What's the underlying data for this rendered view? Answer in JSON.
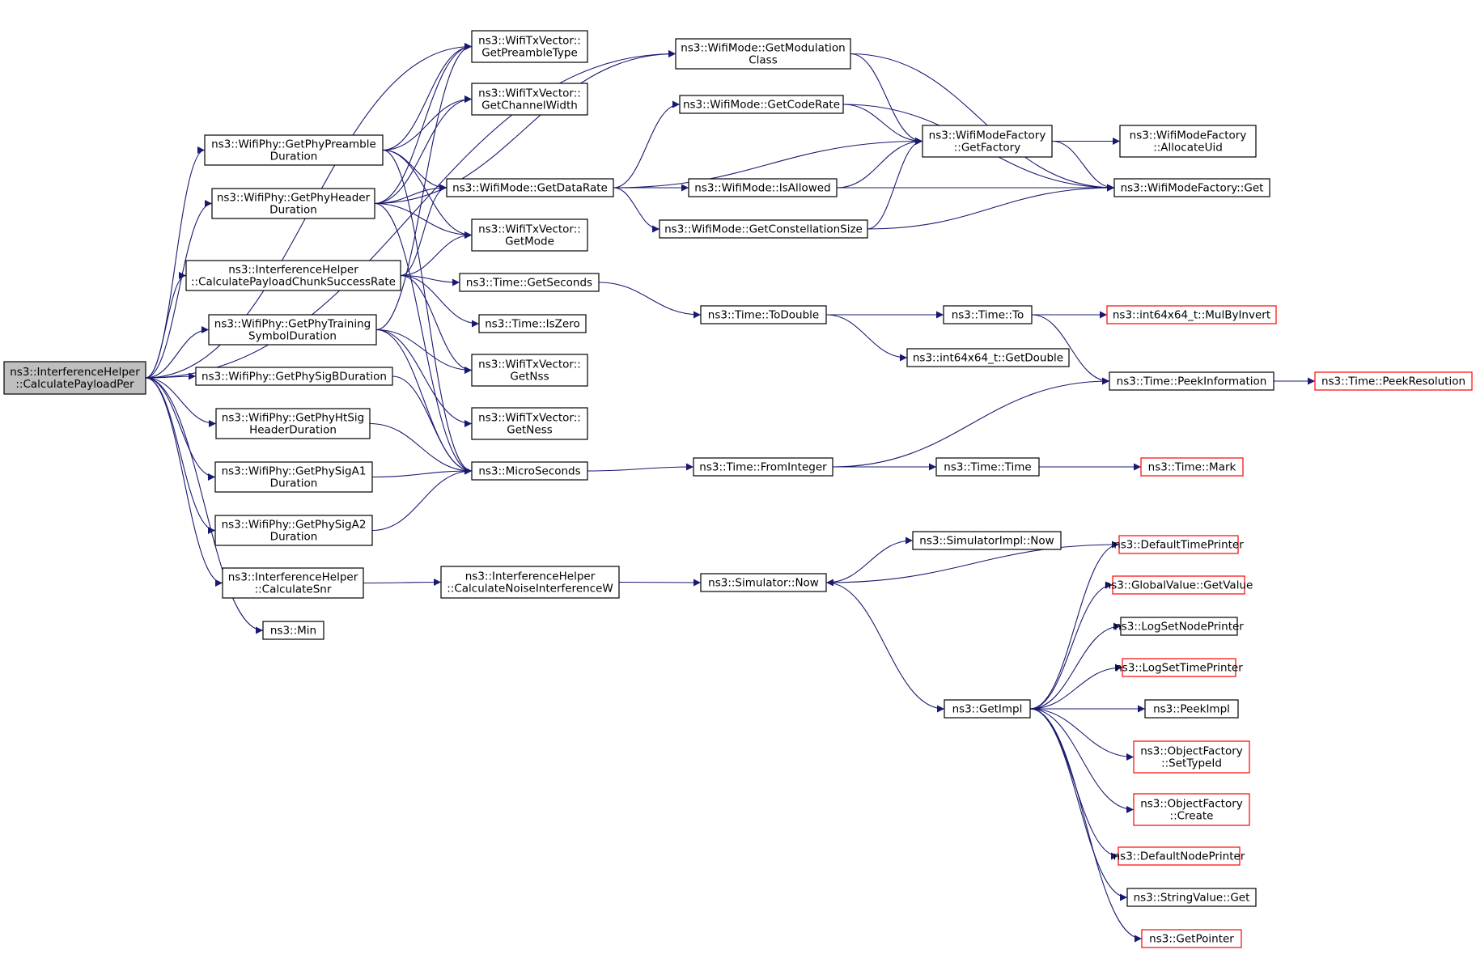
{
  "colors": {
    "edge": "#191970",
    "node_border": "#000000",
    "truncated_border": "#ff0000",
    "root_fill": "#bfbfbf",
    "node_fill": "#ffffff"
  },
  "nodes": [
    {
      "id": "root",
      "lines": [
        "ns3::InterferenceHelper",
        "::CalculatePayloadPer"
      ],
      "style": "root"
    },
    {
      "id": "getPhyPreambleDuration",
      "lines": [
        "ns3::WifiPhy::GetPhyPreamble",
        "Duration"
      ],
      "style": "normal"
    },
    {
      "id": "getPhyHeaderDuration",
      "lines": [
        "ns3::WifiPhy::GetPhyHeader",
        "Duration"
      ],
      "style": "normal"
    },
    {
      "id": "calcPayloadChunk",
      "lines": [
        "ns3::InterferenceHelper",
        "::CalculatePayloadChunkSuccessRate"
      ],
      "style": "normal"
    },
    {
      "id": "getPhyTraining",
      "lines": [
        "ns3::WifiPhy::GetPhyTraining",
        "SymbolDuration"
      ],
      "style": "normal"
    },
    {
      "id": "getPhySigB",
      "lines": [
        "ns3::WifiPhy::GetPhySigBDuration"
      ],
      "style": "normal"
    },
    {
      "id": "getPhyHtSig",
      "lines": [
        "ns3::WifiPhy::GetPhyHtSig",
        "HeaderDuration"
      ],
      "style": "normal"
    },
    {
      "id": "getPhySigA1",
      "lines": [
        "ns3::WifiPhy::GetPhySigA1",
        "Duration"
      ],
      "style": "normal"
    },
    {
      "id": "getPhySigA2",
      "lines": [
        "ns3::WifiPhy::GetPhySigA2",
        "Duration"
      ],
      "style": "normal"
    },
    {
      "id": "calcSnr",
      "lines": [
        "ns3::InterferenceHelper",
        "::CalculateSnr"
      ],
      "style": "normal"
    },
    {
      "id": "min",
      "lines": [
        "ns3::Min"
      ],
      "style": "normal"
    },
    {
      "id": "getPreambleType",
      "lines": [
        "ns3::WifiTxVector::",
        "GetPreambleType"
      ],
      "style": "normal"
    },
    {
      "id": "getChannelWidth",
      "lines": [
        "ns3::WifiTxVector::",
        "GetChannelWidth"
      ],
      "style": "normal"
    },
    {
      "id": "getDataRate",
      "lines": [
        "ns3::WifiMode::GetDataRate"
      ],
      "style": "normal"
    },
    {
      "id": "getMode",
      "lines": [
        "ns3::WifiTxVector::",
        "GetMode"
      ],
      "style": "normal"
    },
    {
      "id": "getSeconds",
      "lines": [
        "ns3::Time::GetSeconds"
      ],
      "style": "normal"
    },
    {
      "id": "isZero",
      "lines": [
        "ns3::Time::IsZero"
      ],
      "style": "normal"
    },
    {
      "id": "getNss",
      "lines": [
        "ns3::WifiTxVector::",
        "GetNss"
      ],
      "style": "normal"
    },
    {
      "id": "getNess",
      "lines": [
        "ns3::WifiTxVector::",
        "GetNess"
      ],
      "style": "normal"
    },
    {
      "id": "microSeconds",
      "lines": [
        "ns3::MicroSeconds"
      ],
      "style": "normal"
    },
    {
      "id": "calcNoise",
      "lines": [
        "ns3::InterferenceHelper",
        "::CalculateNoiseInterferenceW"
      ],
      "style": "normal"
    },
    {
      "id": "getModulationClass",
      "lines": [
        "ns3::WifiMode::GetModulation",
        "Class"
      ],
      "style": "normal"
    },
    {
      "id": "getCodeRate",
      "lines": [
        "ns3::WifiMode::GetCodeRate"
      ],
      "style": "normal"
    },
    {
      "id": "isAllowed",
      "lines": [
        "ns3::WifiMode::IsAllowed"
      ],
      "style": "normal"
    },
    {
      "id": "getConstellationSize",
      "lines": [
        "ns3::WifiMode::GetConstellationSize"
      ],
      "style": "normal"
    },
    {
      "id": "toDouble",
      "lines": [
        "ns3::Time::ToDouble"
      ],
      "style": "normal"
    },
    {
      "id": "fromInteger",
      "lines": [
        "ns3::Time::FromInteger"
      ],
      "style": "normal"
    },
    {
      "id": "simulatorNow",
      "lines": [
        "ns3::Simulator::Now"
      ],
      "style": "normal"
    },
    {
      "id": "getFactory",
      "lines": [
        "ns3::WifiModeFactory",
        "::GetFactory"
      ],
      "style": "normal"
    },
    {
      "id": "factoryGet",
      "lines": [
        "ns3::WifiModeFactory::Get"
      ],
      "style": "normal"
    },
    {
      "id": "allocateUid",
      "lines": [
        "ns3::WifiModeFactory",
        "::AllocateUid"
      ],
      "style": "normal"
    },
    {
      "id": "timeTo",
      "lines": [
        "ns3::Time::To"
      ],
      "style": "normal"
    },
    {
      "id": "getDouble",
      "lines": [
        "ns3::int64x64_t::GetDouble"
      ],
      "style": "normal"
    },
    {
      "id": "mulByInvert",
      "lines": [
        "ns3::int64x64_t::MulByInvert"
      ],
      "style": "truncated"
    },
    {
      "id": "peekInformation",
      "lines": [
        "ns3::Time::PeekInformation"
      ],
      "style": "normal"
    },
    {
      "id": "peekResolution",
      "lines": [
        "ns3::Time::PeekResolution"
      ],
      "style": "truncated"
    },
    {
      "id": "timeTime",
      "lines": [
        "ns3::Time::Time"
      ],
      "style": "normal"
    },
    {
      "id": "timeMark",
      "lines": [
        "ns3::Time::Mark"
      ],
      "style": "truncated"
    },
    {
      "id": "simImplNow",
      "lines": [
        "ns3::SimulatorImpl::Now"
      ],
      "style": "normal"
    },
    {
      "id": "getImpl",
      "lines": [
        "ns3::GetImpl"
      ],
      "style": "normal"
    },
    {
      "id": "defaultTimePrinter",
      "lines": [
        "ns3::DefaultTimePrinter"
      ],
      "style": "truncated"
    },
    {
      "id": "globalValueGetValue",
      "lines": [
        "ns3::GlobalValue::GetValue"
      ],
      "style": "truncated"
    },
    {
      "id": "logSetNodePrinter",
      "lines": [
        "ns3::LogSetNodePrinter"
      ],
      "style": "normal"
    },
    {
      "id": "logSetTimePrinter",
      "lines": [
        "ns3::LogSetTimePrinter"
      ],
      "style": "truncated"
    },
    {
      "id": "peekImpl",
      "lines": [
        "ns3::PeekImpl"
      ],
      "style": "normal"
    },
    {
      "id": "objectFactorySetTypeId",
      "lines": [
        "ns3::ObjectFactory",
        "::SetTypeId"
      ],
      "style": "truncated"
    },
    {
      "id": "objectFactoryCreate",
      "lines": [
        "ns3::ObjectFactory",
        "::Create"
      ],
      "style": "truncated"
    },
    {
      "id": "defaultNodePrinter",
      "lines": [
        "ns3::DefaultNodePrinter"
      ],
      "style": "truncated"
    },
    {
      "id": "stringValueGet",
      "lines": [
        "ns3::StringValue::Get"
      ],
      "style": "normal"
    },
    {
      "id": "getPointer",
      "lines": [
        "ns3::GetPointer"
      ],
      "style": "truncated"
    }
  ],
  "edges": [
    [
      "root",
      "getPhyPreambleDuration"
    ],
    [
      "root",
      "getPhyHeaderDuration"
    ],
    [
      "root",
      "calcPayloadChunk"
    ],
    [
      "root",
      "getPhyTraining"
    ],
    [
      "root",
      "getPhySigB"
    ],
    [
      "root",
      "getPhyHtSig"
    ],
    [
      "root",
      "getPhySigA1"
    ],
    [
      "root",
      "getPhySigA2"
    ],
    [
      "root",
      "calcSnr"
    ],
    [
      "root",
      "min"
    ],
    [
      "root",
      "getPreambleType"
    ],
    [
      "root",
      "getModulationClass"
    ],
    [
      "getPhyPreambleDuration",
      "getPreambleType"
    ],
    [
      "getPhyPreambleDuration",
      "getChannelWidth"
    ],
    [
      "getPhyPreambleDuration",
      "getDataRate"
    ],
    [
      "getPhyPreambleDuration",
      "getMode"
    ],
    [
      "getPhyPreambleDuration",
      "microSeconds"
    ],
    [
      "getPhyHeaderDuration",
      "getPreambleType"
    ],
    [
      "getPhyHeaderDuration",
      "getChannelWidth"
    ],
    [
      "getPhyHeaderDuration",
      "getDataRate"
    ],
    [
      "getPhyHeaderDuration",
      "getMode"
    ],
    [
      "getPhyHeaderDuration",
      "microSeconds"
    ],
    [
      "getPhyHeaderDuration",
      "getModulationClass"
    ],
    [
      "calcPayloadChunk",
      "getDataRate"
    ],
    [
      "calcPayloadChunk",
      "getMode"
    ],
    [
      "calcPayloadChunk",
      "getSeconds"
    ],
    [
      "calcPayloadChunk",
      "isZero"
    ],
    [
      "calcPayloadChunk",
      "getNss"
    ],
    [
      "getPhyTraining",
      "getPreambleType"
    ],
    [
      "getPhyTraining",
      "getNss"
    ],
    [
      "getPhyTraining",
      "getNess"
    ],
    [
      "getPhyTraining",
      "microSeconds"
    ],
    [
      "getPhySigB",
      "microSeconds"
    ],
    [
      "getPhyHtSig",
      "microSeconds"
    ],
    [
      "getPhySigA1",
      "microSeconds"
    ],
    [
      "getPhySigA2",
      "microSeconds"
    ],
    [
      "calcSnr",
      "calcNoise"
    ],
    [
      "calcNoise",
      "simulatorNow"
    ],
    [
      "getDataRate",
      "getCodeRate"
    ],
    [
      "getDataRate",
      "getFactory"
    ],
    [
      "getDataRate",
      "isAllowed"
    ],
    [
      "getDataRate",
      "getConstellationSize"
    ],
    [
      "getDataRate",
      "factoryGet"
    ],
    [
      "getModulationClass",
      "getFactory"
    ],
    [
      "getModulationClass",
      "factoryGet"
    ],
    [
      "getCodeRate",
      "getFactory"
    ],
    [
      "getCodeRate",
      "factoryGet"
    ],
    [
      "isAllowed",
      "getFactory"
    ],
    [
      "isAllowed",
      "factoryGet"
    ],
    [
      "getConstellationSize",
      "getFactory"
    ],
    [
      "getConstellationSize",
      "factoryGet"
    ],
    [
      "getFactory",
      "allocateUid"
    ],
    [
      "getFactory",
      "factoryGet"
    ],
    [
      "getSeconds",
      "toDouble"
    ],
    [
      "toDouble",
      "timeTo"
    ],
    [
      "toDouble",
      "getDouble"
    ],
    [
      "timeTo",
      "mulByInvert"
    ],
    [
      "timeTo",
      "peekInformation"
    ],
    [
      "peekInformation",
      "peekResolution"
    ],
    [
      "microSeconds",
      "fromInteger"
    ],
    [
      "fromInteger",
      "peekInformation"
    ],
    [
      "fromInteger",
      "timeTime"
    ],
    [
      "timeTime",
      "timeMark"
    ],
    [
      "simulatorNow",
      "simImplNow"
    ],
    [
      "simulatorNow",
      "getImpl"
    ],
    [
      "defaultTimePrinter",
      "simulatorNow"
    ],
    [
      "getImpl",
      "defaultTimePrinter"
    ],
    [
      "getImpl",
      "globalValueGetValue"
    ],
    [
      "getImpl",
      "logSetNodePrinter"
    ],
    [
      "getImpl",
      "logSetTimePrinter"
    ],
    [
      "getImpl",
      "peekImpl"
    ],
    [
      "getImpl",
      "objectFactorySetTypeId"
    ],
    [
      "getImpl",
      "objectFactoryCreate"
    ],
    [
      "getImpl",
      "defaultNodePrinter"
    ],
    [
      "getImpl",
      "stringValueGet"
    ],
    [
      "getImpl",
      "getPointer"
    ]
  ]
}
